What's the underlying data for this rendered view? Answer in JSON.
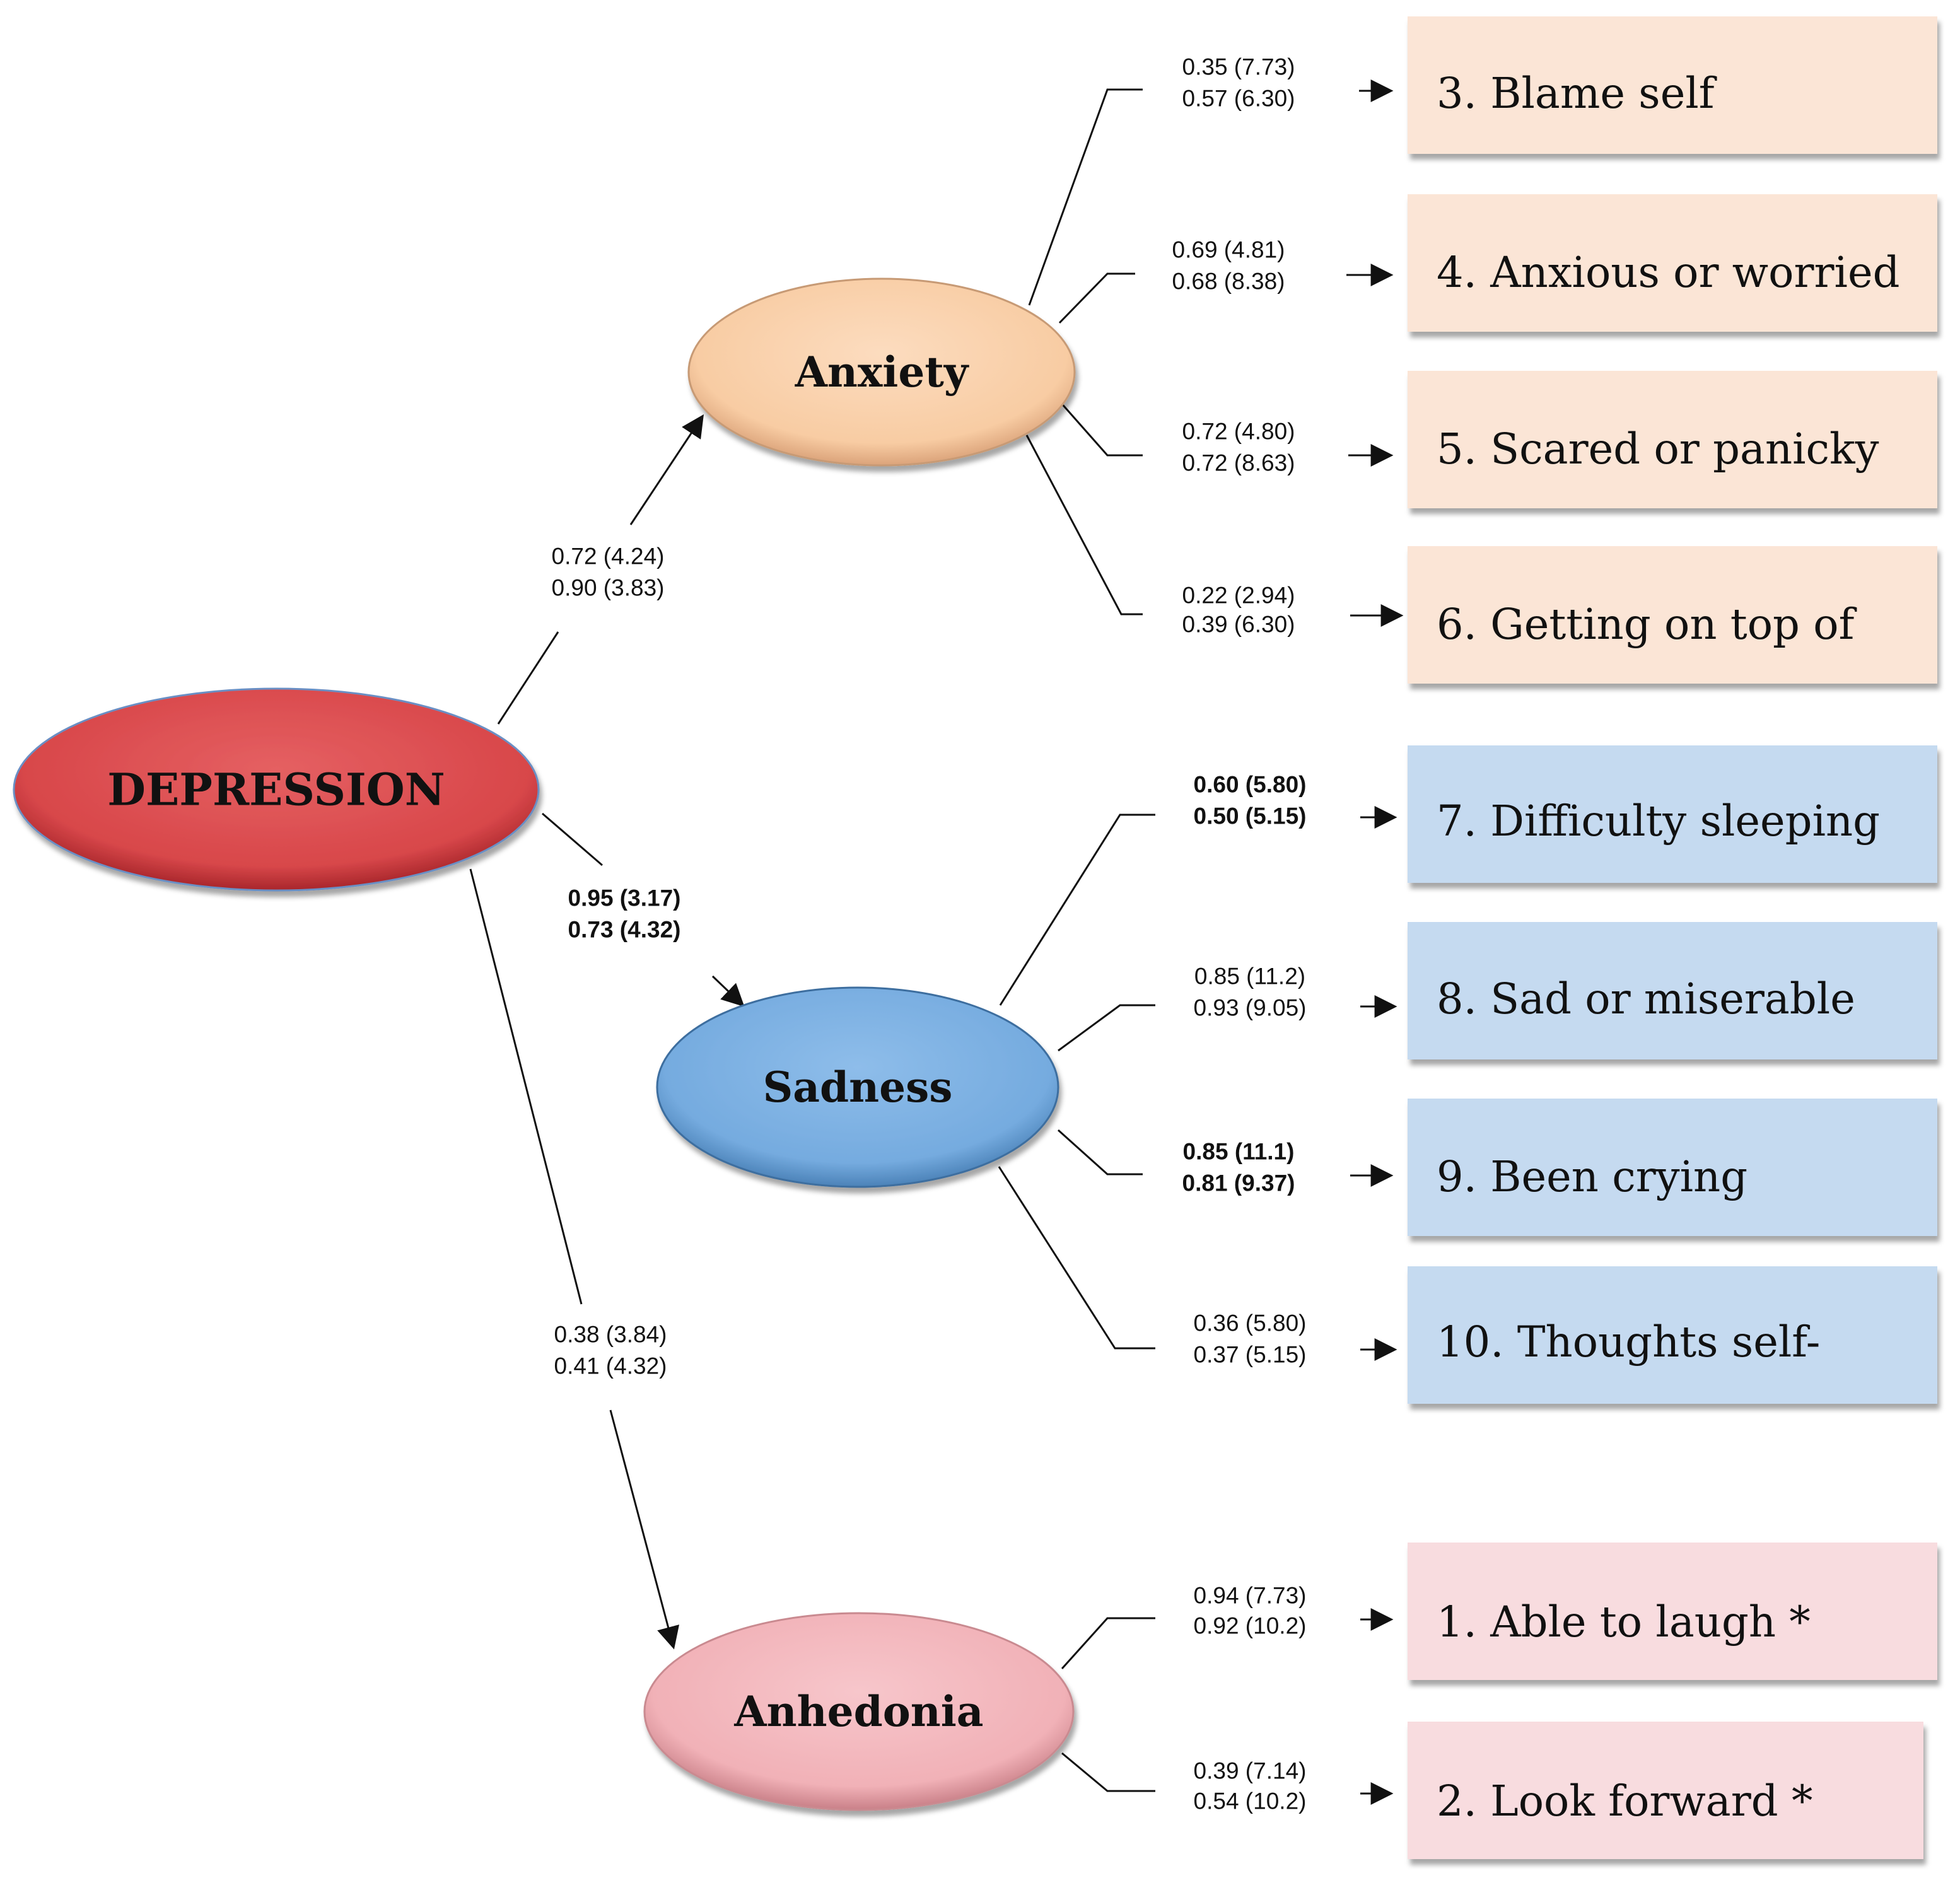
{
  "colors": {
    "depression": "#d9474a",
    "anxiety": "#f9cfa8",
    "sadness": "#79aee0",
    "anhedonia": "#f2b3b9",
    "anxiety_item": "#fbe5d6",
    "sadness_item": "#c5daf0",
    "anhedonia_item": "#f8dcdf"
  },
  "nodes": {
    "depression": "DEPRESSION",
    "anxiety": "Anxiety",
    "sadness": "Sadness",
    "anhedonia": "Anhedonia"
  },
  "paths": {
    "depression_anxiety": [
      "0.72 (4.24)",
      "0.90 (3.83)"
    ],
    "depression_sadness": [
      "0.95 (3.17)",
      "0.73 (4.32)"
    ],
    "depression_anhedonia": [
      "0.38 (3.84)",
      "0.41 (4.32)"
    ]
  },
  "items": [
    {
      "id": "item3",
      "label": "3.  Blame self",
      "group": "anxiety",
      "coef": [
        "0.35 (7.73)",
        "0.57 (6.30)"
      ],
      "bold": false
    },
    {
      "id": "item4",
      "label": "4.  Anxious or worried",
      "group": "anxiety",
      "coef": [
        "0.69 (4.81)",
        "0.68 (8.38)"
      ],
      "bold": false
    },
    {
      "id": "item5",
      "label": "5. Scared or panicky",
      "group": "anxiety",
      "coef": [
        "0.72 (4.80)",
        "0.72 (8.63)"
      ],
      "bold": false
    },
    {
      "id": "item6",
      "label": "6. Getting on top of",
      "group": "anxiety",
      "coef": [
        "0.22 (2.94)",
        "0.39 (6.30)"
      ],
      "bold": false
    },
    {
      "id": "item7",
      "label": "7.  Difficulty sleeping",
      "group": "sadness",
      "coef": [
        "0.60 (5.80)",
        "0.50 (5.15)"
      ],
      "bold": true
    },
    {
      "id": "item8",
      "label": "8.  Sad or miserable",
      "group": "sadness",
      "coef": [
        "0.85 (11.2)",
        "0.93 (9.05)"
      ],
      "bold": false
    },
    {
      "id": "item9",
      "label": "9.  Been crying",
      "group": "sadness",
      "coef": [
        "0.85 (11.1)",
        "0.81 (9.37)"
      ],
      "bold": true
    },
    {
      "id": "item10",
      "label": "10. Thoughts self-",
      "group": "sadness",
      "coef": [
        "0.36 (5.80)",
        "0.37 (5.15)"
      ],
      "bold": false
    },
    {
      "id": "item1",
      "label": "1.  Able to laugh *",
      "group": "anhedonia",
      "coef": [
        "0.94 (7.73)",
        "0.92 (10.2)"
      ],
      "bold": false
    },
    {
      "id": "item2",
      "label": "2.  Look forward *",
      "group": "anhedonia",
      "coef": [
        "0.39 (7.14)",
        "0.54 (10.2)"
      ],
      "bold": false
    }
  ]
}
